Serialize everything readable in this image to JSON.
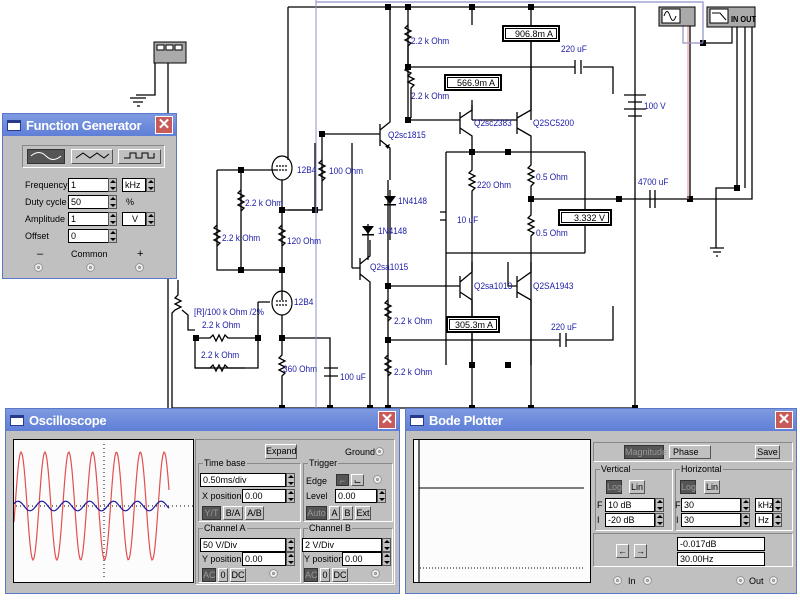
{
  "schematic": {
    "labels": {
      "r_top1": "2.2 k Ohm",
      "r_top2": "2.2 k Ohm",
      "r_100": "100  Ohm",
      "r_grid1": "2.2 k Ohm",
      "r_grid2": "2.2 k Ohm",
      "r_120": "120  Ohm",
      "tube1": "12B4",
      "tube2": "12B4",
      "q1815": "Q2sc1815",
      "q2383": "Q2sc2383",
      "q5200": "Q2SC5200",
      "qa1015": "Q2sa1015",
      "qa1013": "Q2sa1013",
      "qa1943": "Q2SA1943",
      "d1": "1N4148",
      "d2": "1N4148",
      "c220a": "220 uF",
      "c220b": "220 uF",
      "c4700": "4700 uF",
      "c10": "10 uF",
      "c100": "100 uF",
      "battery": "100 V",
      "r220": "220  Ohm",
      "r05a": "0.5  Ohm",
      "r05b": "0.5  Ohm",
      "pot": "[R]/100 k Ohm /2%",
      "r_fb1": "2.2 k Ohm",
      "r_fb2": "2.2 k Ohm",
      "r_360": "360  Ohm",
      "r_bot1": "2.2 k Ohm",
      "r_bot2": "2.2 k Ohm",
      "bode_in_out": "IN OUT"
    },
    "meters": {
      "ammeter1": "906.8m A",
      "ammeter2": "566.9m A",
      "ammeter3": "305.3m A",
      "voltmeter": "3.332   V"
    }
  },
  "function_generator": {
    "title": "Function Generator",
    "waveforms": [
      "sine",
      "triangle",
      "square"
    ],
    "selected_waveform": "sine",
    "frequency_label": "Frequency",
    "frequency_value": "1",
    "frequency_unit": "kHz",
    "duty_label": "Duty cycle",
    "duty_value": "50",
    "duty_unit": "%",
    "amplitude_label": "Amplitude",
    "amplitude_value": "1",
    "amplitude_unit": "V",
    "offset_label": "Offset",
    "offset_value": "0",
    "term_minus": "–",
    "term_common": "Common",
    "term_plus": "+"
  },
  "oscilloscope": {
    "title": "Oscilloscope",
    "expand": "Expand",
    "ground": "Ground",
    "timebase_label": "Time base",
    "timebase_value": "0.50ms/div",
    "xpos_label": "X position",
    "xpos_value": "0.00",
    "mode_buttons": [
      "Y/T",
      "B/A",
      "A/B"
    ],
    "mode_active": "Y/T",
    "trigger_label": "Trigger",
    "edge_label": "Edge",
    "level_label": "Level",
    "level_value": "0.00",
    "trigger_buttons": [
      "Auto",
      "A",
      "B",
      "Ext"
    ],
    "trigger_active": "Auto",
    "channel_a_label": "Channel A",
    "channel_a_scale": "50  V/Div",
    "channel_a_ypos_label": "Y position",
    "channel_a_ypos": "0.00",
    "channel_b_label": "Channel B",
    "channel_b_scale": "2  V/Div",
    "channel_b_ypos_label": "Y position",
    "channel_b_ypos": "0.00",
    "coupling": [
      "AC",
      "0",
      "DC"
    ],
    "coupling_active": "AC",
    "trace_a_color": "#e05050",
    "trace_b_color": "#1a1aa0",
    "trace_a_cycles": 6.5,
    "trace_a_amplitude_div": 2.7,
    "trace_b_amplitude_div": 0.12
  },
  "bode_plotter": {
    "title": "Bode Plotter",
    "magnitude": "Magnitude",
    "phase": "Phase",
    "save": "Save",
    "vertical_label": "Vertical",
    "horizontal_label": "Horizontal",
    "log": "Log",
    "lin": "Lin",
    "v_f_label": "F",
    "v_f_value": "10 dB",
    "v_i_label": "I",
    "v_i_value": "-20 dB",
    "h_f_label": "F",
    "h_f_value": "30",
    "h_f_unit": "kHz",
    "h_i_label": "I",
    "h_i_value": "30",
    "h_i_unit": "Hz",
    "arrow_left": "←",
    "arrow_right": "→",
    "readout_db": "-0.017dB",
    "readout_hz": "30.00Hz",
    "in_label": "In",
    "out_label": "Out"
  }
}
